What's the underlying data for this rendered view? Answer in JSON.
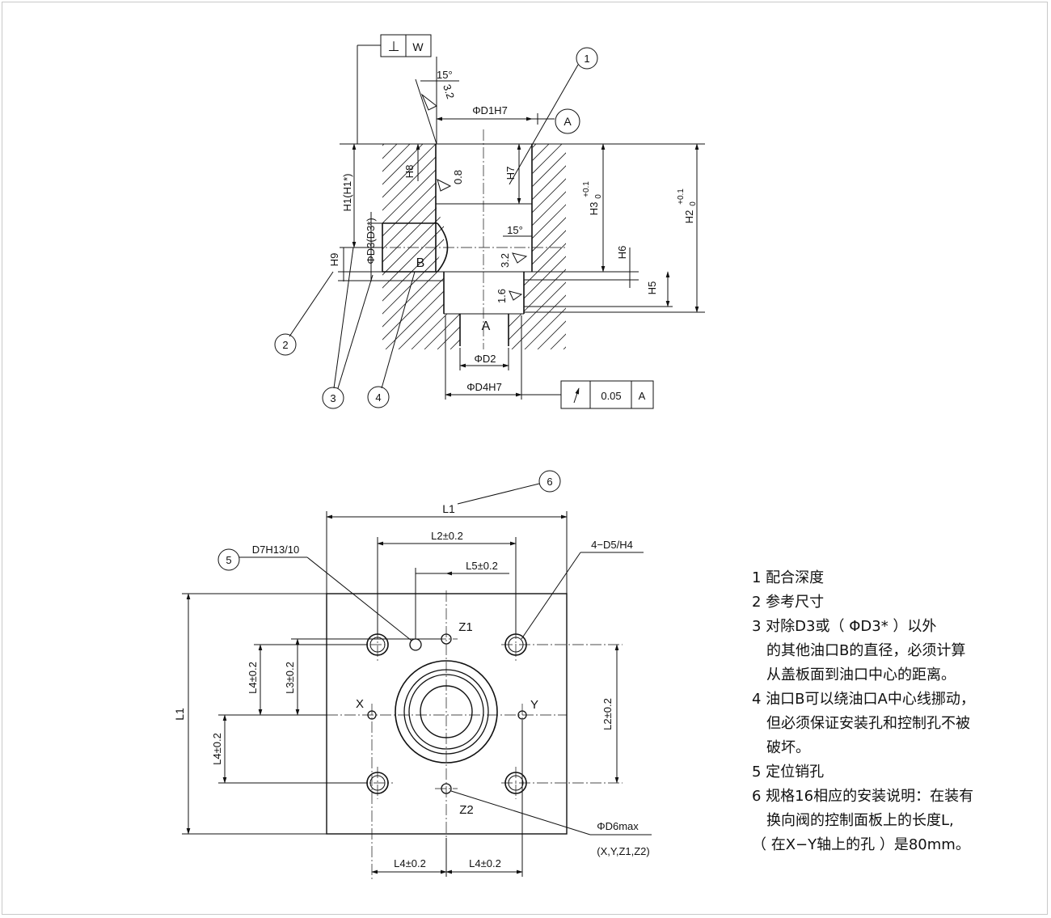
{
  "top_view": {
    "perp_symbol": "⊥",
    "perp_datum": "W",
    "angle_top": "15°",
    "rough_32_top": "3.2",
    "d1": "ΦD1H7",
    "datum_a": "A",
    "h1": "H1(H1*)",
    "h8": "H8",
    "rough_08": "0.8",
    "h7": "H7",
    "h3": "H3",
    "h3_tol": "+0.1",
    "h3_low": "0",
    "h2": "H2",
    "h2_tol": "+0.1",
    "h2_low": "0",
    "d3": "ΦD3(D3*)",
    "h9": "H9",
    "port_b": "B",
    "angle_mid": "15°",
    "rough_32_mid": "3.2",
    "h6": "H6",
    "h5": "H5",
    "rough_16": "1.6",
    "port_a": "A",
    "d2": "ΦD2",
    "d4": "ΦD4H7",
    "runout_tol": "0.05",
    "runout_datum": "A",
    "callouts": [
      "1",
      "2",
      "3",
      "4"
    ]
  },
  "bottom_view": {
    "callout_6": "6",
    "l1_top": "L1",
    "l2_top": "L2±0.2",
    "l5": "L5±0.2",
    "callout_5": "5",
    "pin_label": "D7H13/10",
    "hole_label": "4−D5/H4",
    "z1": "Z1",
    "z2": "Z2",
    "x": "X",
    "y": "Y",
    "l4_left_top": "L4±0.2",
    "l3": "L3±0.2",
    "l1_left": "L1",
    "l4_left_bottom": "L4±0.2",
    "l2_right": "L2±0.2",
    "d6": "ΦD6max",
    "d6_ports": "(X,Y,Z1,Z2)",
    "l4_bottom_left": "L4±0.2",
    "l4_bottom_right": "L4±0.2"
  },
  "notes": [
    "1 配合深度",
    "2 参考尺寸",
    "3 对除D3或（ ΦD3* ）以外",
    "的其他油口B的直径，必须计算",
    "从盖板面到油口中心的距离。",
    "4 油口B可以绕油口A中心线挪动，",
    "但必须保证安装孔和控制孔不被",
    "破坏。",
    "5 定位销孔",
    "6 规格16相应的安装说明：在装有",
    "换向阀的控制面板上的长度L,",
    "（ 在X−Y轴上的孔 ）是80mm。"
  ]
}
